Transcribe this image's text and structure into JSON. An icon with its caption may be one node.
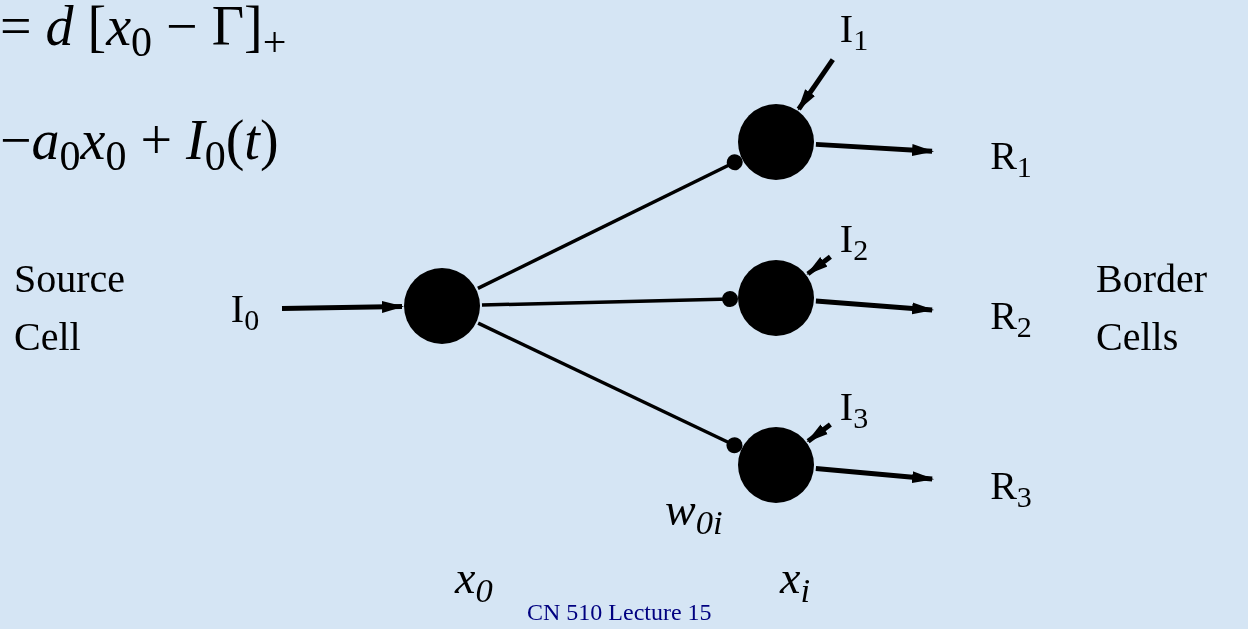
{
  "diagram": {
    "nodes": [
      {
        "text": [
          "I$_{0}$"
        ]
      },
      {
        "text": [],
        "shape": "circle"
      },
      {
        "text": [],
        "shape": "circle"
      },
      {
        "text": [],
        "shape": "circle"
      },
      {
        "text": [],
        "shape": "circle"
      },
      {
        "text": [
          "I$_{1}$"
        ]
      },
      {
        "text": [
          "I$_{2}$"
        ]
      },
      {
        "text": [
          "I$_{3}$"
        ]
      },
      {
        "text": [
          "R$_{1}$"
        ]
      },
      {
        "text": [
          "R$_{2}$"
        ]
      },
      {
        "text": [
          "R$_{3}$"
        ]
      }
    ],
    "edges": [
      {
        "from": 0,
        "to": 1,
        "arrow": "to"
      },
      {
        "from": 1,
        "to": 2,
        "arrow": "other"
      },
      {
        "from": 1,
        "to": 3,
        "arrow": "other"
      },
      {
        "from": 1,
        "to": 4,
        "arrow": "other"
      },
      {
        "from": 5,
        "to": 2,
        "arrow": "to"
      },
      {
        "from": 6,
        "to": 3,
        "arrow": "to"
      },
      {
        "from": 7,
        "to": 4,
        "arrow": "to"
      },
      {
        "from": 2,
        "to": 8,
        "arrow": "to"
      },
      {
        "from": 3,
        "to": 9,
        "arrow": "to"
      },
      {
        "from": 4,
        "to": 10,
        "arrow": "to"
      }
    ],
    "labels": [
      "= *d* [*x*$_{0}$ − Γ]$_{+}$",
      "−*a*$_{0}$*x*$_{0}$ + *I*$_{0}$(*t*)",
      "Source Cell",
      "Border Cells",
      "w$_{0i}$",
      "x$_{0}$",
      "x$_{i}$",
      "CN 510 Lecture 15"
    ]
  }
}
